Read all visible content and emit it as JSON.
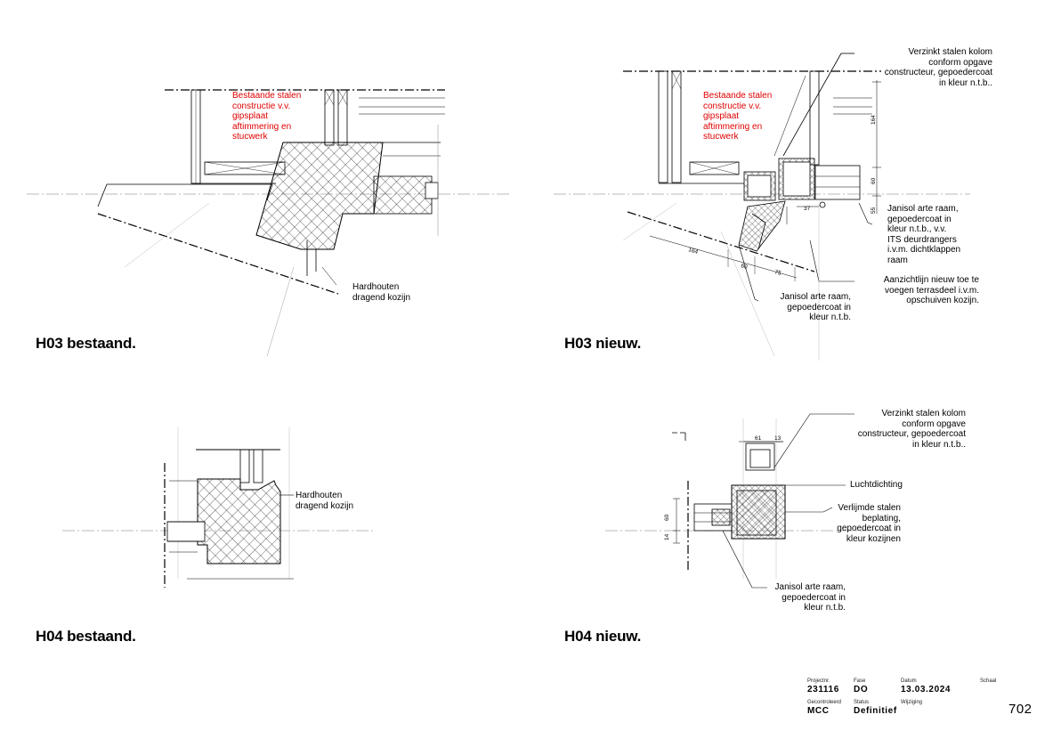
{
  "details": {
    "h03_existing": {
      "title": "H03 bestaand.",
      "note_red": "Bestaande stalen\nconstructie v.v.\ngipsplaat\naftimmering en\nstucwerk",
      "label_frame": "Hardhouten\ndragend kozijn"
    },
    "h03_new": {
      "title": "H03 nieuw.",
      "note_red": "Bestaande stalen\nconstructie v.v.\ngipsplaat\naftimmering en\nstucwerk",
      "label_column": "Verzinkt stalen kolom\nconform opgave\nconstructeur, gepoedercoat\nin kleur n.t.b..",
      "label_window": "Janisol arte raam,\ngepoedercoat in\nkleur n.t.b., v.v.\nITS deurdrangers\ni.v.m. dichtklappen\nraam",
      "label_view": "Aanzichtlijn nieuw toe te\nvoegen terrasdeel i.v.m.\nopschuiven kozijn.",
      "label_window2": "Janisol arte raam,\ngepoedercoat in\nkleur n.t.b.",
      "dims": [
        "164",
        "60",
        "55",
        "37",
        "164",
        "60",
        "75"
      ]
    },
    "h04_existing": {
      "title": "H04 bestaand.",
      "label_frame": "Hardhouten\ndragend kozijn"
    },
    "h04_new": {
      "title": "H04 nieuw.",
      "label_column": "Verzinkt stalen kolom\nconform opgave\nconstructeur, gepoedercoat\nin kleur n.t.b..",
      "label_seal": "Luchtdichting",
      "label_plating": "Verlijmde stalen\nbeplating,\ngepoedercoat in\nkleur kozijnen",
      "label_window": "Janisol arte raam,\ngepoedercoat in\nkleur n.t.b.",
      "dims": [
        "61",
        "13",
        "60",
        "14"
      ]
    }
  },
  "title_block": {
    "project_label": "Projectnr.",
    "project_value": "231116",
    "phase_label": "Fase",
    "phase_value": "DO",
    "date_label": "Datum",
    "date_value": "13.03.2024",
    "scale_label": "Schaal",
    "checked_label": "Gecontroleerd",
    "checked_value": "MCC",
    "status_label": "Status",
    "status_value": "Definitief",
    "revision_label": "Wijziging"
  },
  "page_number": "702",
  "colors": {
    "annotation_red": "#e00000",
    "line": "#000000",
    "aux_line": "#8a8a8a"
  }
}
